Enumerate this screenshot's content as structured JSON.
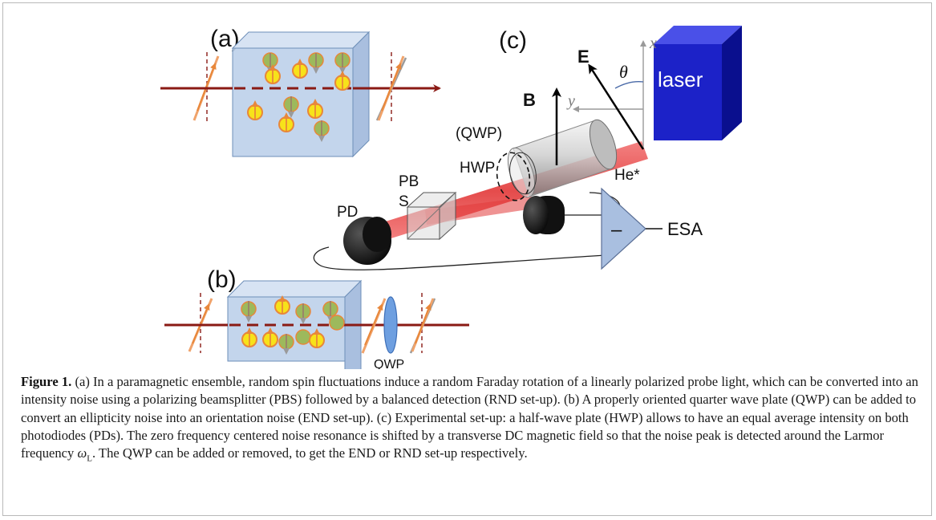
{
  "figure": {
    "panel_a": "(a)",
    "panel_b": "(b)",
    "panel_c": "(c)",
    "laser": "laser",
    "E": "E",
    "theta": "θ",
    "axis_x": "x",
    "axis_y": "y",
    "B": "B",
    "qwp_paren": "(QWP)",
    "hwp": "HWP",
    "he": "He*",
    "pbs_line1": "PB",
    "pbs_line2": "S",
    "pd": "PD",
    "minus": "–",
    "esa": "ESA",
    "qwp": "QWP"
  },
  "caption": {
    "label": "Figure 1.",
    "text_a": " (a) In a paramagnetic ensemble, random spin fluctuations induce a random Faraday rotation of a linearly polarized probe light, which can be converted into an intensity noise using a polarizing beamsplitter (PBS) followed by a balanced detection (RND set-up). (b) A properly oriented quarter wave plate (QWP) can be added to convert an ellipticity noise into an orientation noise (END set-up). (c) Experimental set-up: a half-wave plate (HWP) allows to have an equal average intensity on both photodiodes (PDs). The zero frequency centered noise resonance is shifted by a transverse DC magnetic field so that the noise peak is detected around the Larmor frequency ",
    "omega": "ω",
    "omega_sub": "L",
    "text_b": ". The QWP can be added or removed, to get the END or RND set-up respectively."
  },
  "colors": {
    "beam_dark": "#8a1a14",
    "laser_beam": "#e23a3a",
    "cube_face": "#bcd0ea",
    "laser_box": "#1c22c8",
    "atom_green": "#9db95c",
    "atom_yellow": "#f7e21a",
    "spin_arrow": "#e8873a",
    "amplifier": "#a9bfe0"
  }
}
